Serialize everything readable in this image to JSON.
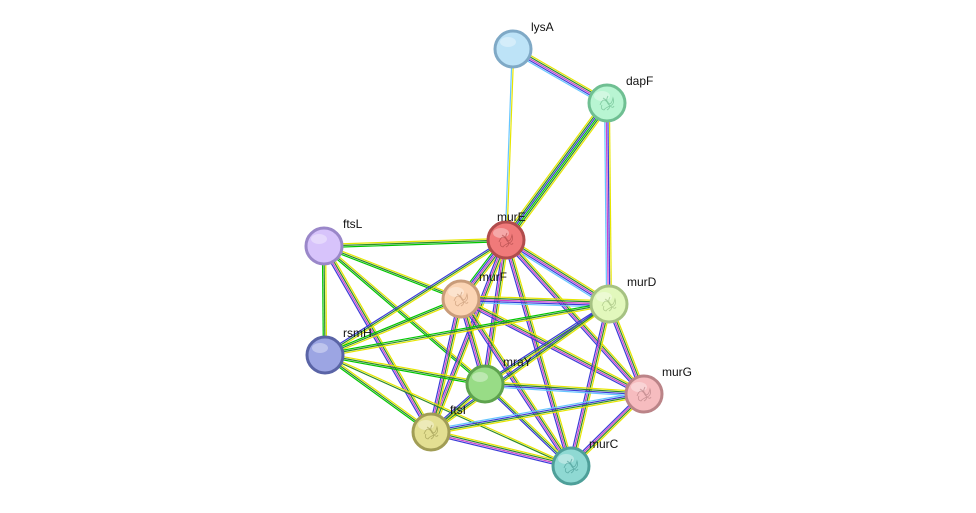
{
  "network": {
    "nodes": [
      {
        "id": "lysA",
        "label": "lysA",
        "fill": "#bde3f7",
        "stroke": "#7fa9c6",
        "structure": false
      },
      {
        "id": "dapF",
        "label": "dapF",
        "fill": "#b8f5d2",
        "stroke": "#6fbf92",
        "structure": true
      },
      {
        "id": "murE",
        "label": "murE",
        "fill": "#f07a7a",
        "stroke": "#b14c4c",
        "structure": true
      },
      {
        "id": "ftsL",
        "label": "ftsL",
        "fill": "#d7c3fb",
        "stroke": "#9a87c9",
        "structure": false
      },
      {
        "id": "murF",
        "label": "murF",
        "fill": "#fbd4b4",
        "stroke": "#c99c7a",
        "structure": true
      },
      {
        "id": "murD",
        "label": "murD",
        "fill": "#e2f8bc",
        "stroke": "#a6c282",
        "structure": true
      },
      {
        "id": "rsmH",
        "label": "rsmH",
        "fill": "#9ca5e3",
        "stroke": "#5a64a6",
        "structure": false
      },
      {
        "id": "mraY",
        "label": "mraY",
        "fill": "#98dc86",
        "stroke": "#5ea34e",
        "structure": false
      },
      {
        "id": "murG",
        "label": "murG",
        "fill": "#f6bcbf",
        "stroke": "#bb8488",
        "structure": true
      },
      {
        "id": "ftsI",
        "label": "ftsI",
        "fill": "#e3df92",
        "stroke": "#a19d55",
        "structure": true
      },
      {
        "id": "murC",
        "label": "murC",
        "fill": "#8fd9d3",
        "stroke": "#4e9f99",
        "structure": true
      }
    ],
    "edges": [
      {
        "source": "lysA",
        "target": "dapF",
        "colors": [
          "#e6e600",
          "#2d8a2d",
          "#cc44cc",
          "#3b3bd8",
          "#66c6ff"
        ]
      },
      {
        "source": "lysA",
        "target": "murE",
        "colors": [
          "#e6e600",
          "#66c6ff"
        ]
      },
      {
        "source": "dapF",
        "target": "murE",
        "colors": [
          "#e6e600",
          "#2d8a2d",
          "#00c800",
          "#3b3bd8",
          "#2d8a2d",
          "#e6e600"
        ]
      },
      {
        "source": "dapF",
        "target": "murD",
        "colors": [
          "#e6e600",
          "#3b3bd8",
          "#cc44cc",
          "#66c6ff"
        ]
      },
      {
        "source": "ftsL",
        "target": "murE",
        "colors": [
          "#e6e600",
          "#2d8a2d",
          "#00c800"
        ]
      },
      {
        "source": "ftsL",
        "target": "murF",
        "colors": [
          "#e6e600",
          "#2d8a2d",
          "#00c800"
        ]
      },
      {
        "source": "ftsL",
        "target": "rsmH",
        "colors": [
          "#e6e600",
          "#2d8a2d",
          "#00c800"
        ]
      },
      {
        "source": "ftsL",
        "target": "mraY",
        "colors": [
          "#e6e600",
          "#2d8a2d",
          "#00c800"
        ]
      },
      {
        "source": "ftsL",
        "target": "ftsI",
        "colors": [
          "#e6e600",
          "#2d8a2d",
          "#cc44cc",
          "#3b3bd8"
        ]
      },
      {
        "source": "murE",
        "target": "murF",
        "colors": [
          "#e6e600",
          "#2d8a2d",
          "#cc44cc",
          "#3b3bd8",
          "#00c800"
        ]
      },
      {
        "source": "murE",
        "target": "murD",
        "colors": [
          "#e6e600",
          "#2d8a2d",
          "#cc44cc",
          "#3b3bd8",
          "#66c6ff"
        ]
      },
      {
        "source": "murE",
        "target": "rsmH",
        "colors": [
          "#e6e600",
          "#2d8a2d",
          "#3b3bd8"
        ]
      },
      {
        "source": "murE",
        "target": "mraY",
        "colors": [
          "#e6e600",
          "#2d8a2d",
          "#cc44cc",
          "#3b3bd8"
        ]
      },
      {
        "source": "murE",
        "target": "murG",
        "colors": [
          "#e6e600",
          "#2d8a2d",
          "#cc44cc",
          "#3b3bd8"
        ]
      },
      {
        "source": "murE",
        "target": "ftsI",
        "colors": [
          "#e6e600",
          "#2d8a2d",
          "#cc44cc",
          "#3b3bd8"
        ]
      },
      {
        "source": "murE",
        "target": "murC",
        "colors": [
          "#e6e600",
          "#2d8a2d",
          "#cc44cc",
          "#3b3bd8"
        ]
      },
      {
        "source": "murF",
        "target": "murD",
        "colors": [
          "#e6e600",
          "#2d8a2d",
          "#cc44cc",
          "#3b3bd8",
          "#66c6ff"
        ]
      },
      {
        "source": "murF",
        "target": "rsmH",
        "colors": [
          "#e6e600",
          "#2d8a2d",
          "#00c800"
        ]
      },
      {
        "source": "murF",
        "target": "mraY",
        "colors": [
          "#e6e600",
          "#2d8a2d",
          "#cc44cc",
          "#3b3bd8"
        ]
      },
      {
        "source": "murF",
        "target": "murG",
        "colors": [
          "#e6e600",
          "#2d8a2d",
          "#cc44cc",
          "#3b3bd8"
        ]
      },
      {
        "source": "murF",
        "target": "ftsI",
        "colors": [
          "#e6e600",
          "#2d8a2d",
          "#cc44cc",
          "#3b3bd8"
        ]
      },
      {
        "source": "murF",
        "target": "murC",
        "colors": [
          "#e6e600",
          "#2d8a2d",
          "#cc44cc",
          "#3b3bd8"
        ]
      },
      {
        "source": "murD",
        "target": "rsmH",
        "colors": [
          "#e6e600",
          "#2d8a2d",
          "#00c800"
        ]
      },
      {
        "source": "murD",
        "target": "mraY",
        "colors": [
          "#e6e600",
          "#2d8a2d",
          "#3b3bd8"
        ]
      },
      {
        "source": "murD",
        "target": "murG",
        "colors": [
          "#e6e600",
          "#2d8a2d",
          "#cc44cc",
          "#3b3bd8"
        ]
      },
      {
        "source": "murD",
        "target": "ftsI",
        "colors": [
          "#e6e600",
          "#2d8a2d",
          "#3b3bd8"
        ]
      },
      {
        "source": "murD",
        "target": "murC",
        "colors": [
          "#e6e600",
          "#2d8a2d",
          "#cc44cc",
          "#3b3bd8"
        ]
      },
      {
        "source": "rsmH",
        "target": "mraY",
        "colors": [
          "#e6e600",
          "#2d8a2d",
          "#00c800"
        ]
      },
      {
        "source": "rsmH",
        "target": "ftsI",
        "colors": [
          "#e6e600",
          "#2d8a2d",
          "#00c800"
        ]
      },
      {
        "source": "rsmH",
        "target": "murC",
        "colors": [
          "#e6e600",
          "#2d8a2d"
        ]
      },
      {
        "source": "mraY",
        "target": "murG",
        "colors": [
          "#e6e600",
          "#2d8a2d",
          "#3b3bd8",
          "#66c6ff"
        ]
      },
      {
        "source": "mraY",
        "target": "ftsI",
        "colors": [
          "#e6e600",
          "#2d8a2d",
          "#3b3bd8"
        ]
      },
      {
        "source": "mraY",
        "target": "murC",
        "colors": [
          "#e6e600",
          "#2d8a2d",
          "#3b3bd8"
        ]
      },
      {
        "source": "murG",
        "target": "ftsI",
        "colors": [
          "#e6e600",
          "#2d8a2d",
          "#3b3bd8",
          "#66c6ff"
        ]
      },
      {
        "source": "murG",
        "target": "murC",
        "colors": [
          "#e6e600",
          "#2d8a2d",
          "#cc44cc",
          "#3b3bd8"
        ]
      },
      {
        "source": "ftsI",
        "target": "murC",
        "colors": [
          "#e6e600",
          "#2d8a2d",
          "#cc44cc",
          "#3b3bd8"
        ]
      }
    ]
  }
}
